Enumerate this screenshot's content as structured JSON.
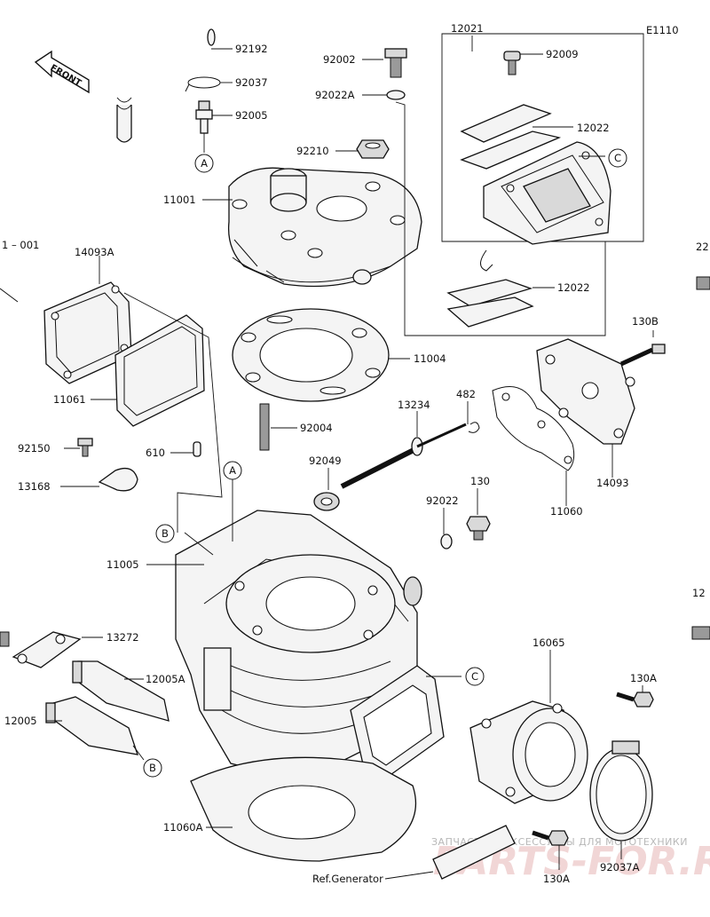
{
  "diagram_code": "E1110",
  "front_label": "FRONT",
  "ref_label": "Ref.Generator",
  "callouts": {
    "a": "A",
    "b": "B",
    "c": "C"
  },
  "watermark": {
    "line1": "ЗАПЧАСТИ И АКСЕССУАРЫ ДЛЯ МОТОТЕХНИКИ",
    "line2": "PARTS-FOR.RU"
  },
  "parts": {
    "p92192": "92192",
    "p92037": "92037",
    "p92005": "92005",
    "p92002": "92002",
    "p92022A": "92022A",
    "p12021": "12021",
    "p92009": "92009",
    "p12022a": "12022",
    "p12022b": "12022",
    "p92210": "92210",
    "p11001": "11001",
    "p14093A": "14093A",
    "p11061": "11061",
    "p11004": "11004",
    "p130B": "130B",
    "p13234": "13234",
    "p482": "482",
    "p92004": "92004",
    "p14093": "14093",
    "p11060": "11060",
    "p92150": "92150",
    "p610": "610",
    "p13168": "13168",
    "p92049": "92049",
    "p130": "130",
    "p92022": "92022",
    "p11005": "11005",
    "p13272": "13272",
    "p12005A": "12005A",
    "p12005": "12005",
    "p16065": "16065",
    "p130A_top": "130A",
    "p11060A": "11060A",
    "p130A_bot": "130A",
    "p92037A": "92037A",
    "edge_left_top": "1 – 001",
    "edge_right_top": "22",
    "edge_right_mid": "12"
  }
}
